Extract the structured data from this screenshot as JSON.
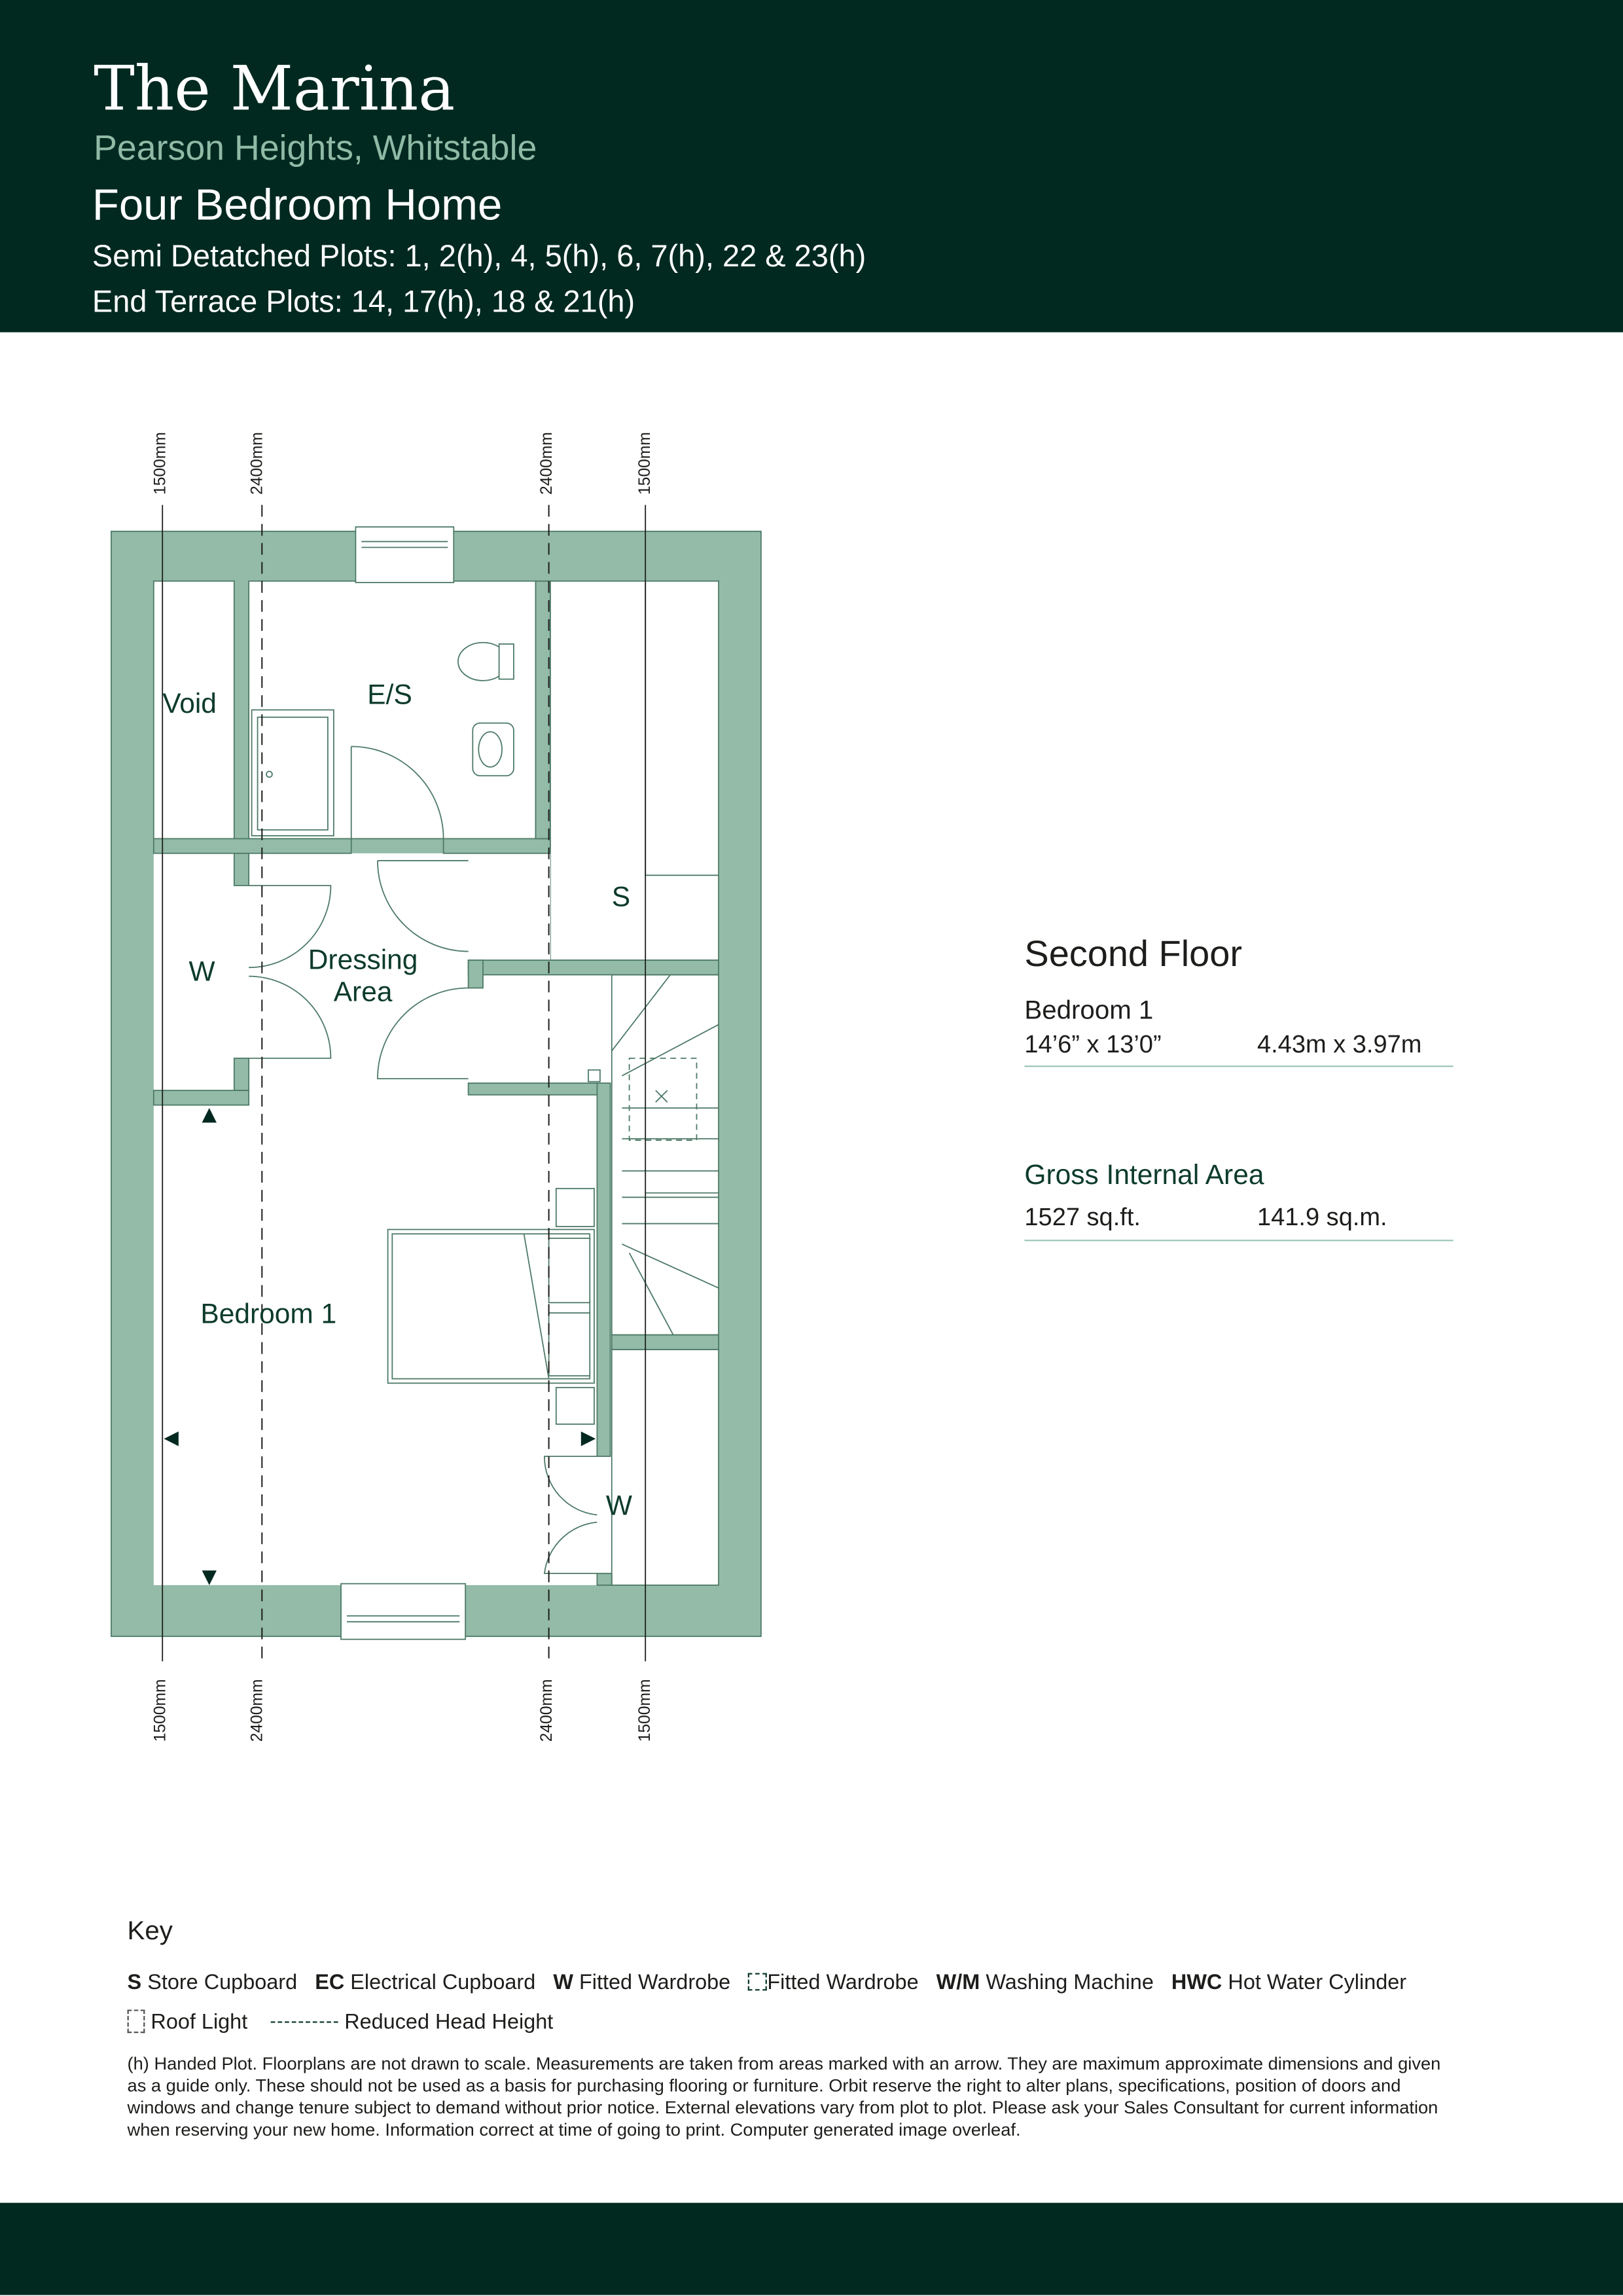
{
  "header": {
    "title": "The Marina",
    "location": "Pearson Heights, Whitstable",
    "home_type": "Four Bedroom Home",
    "semi_detached_plots": "Semi Detatched Plots: 1, 2(h), 4, 5(h), 6, 7(h), 22 & 23(h)",
    "end_terrace_plots": "End Terrace Plots: 14, 17(h), 18 & 21(h)"
  },
  "plan": {
    "dimension_lines": {
      "top": [
        "1500mm",
        "2400mm",
        "2400mm",
        "1500mm"
      ],
      "bottom": [
        "1500mm",
        "2400mm",
        "2400mm",
        "1500mm"
      ]
    },
    "rooms": {
      "void": "Void",
      "ensuite": "E/S",
      "store": "S",
      "wardrobe_left": "W",
      "dressing_1": "Dressing",
      "dressing_2": "Area",
      "bedroom": "Bedroom 1",
      "wardrobe_right": "W"
    }
  },
  "details": {
    "floor_title": "Second Floor",
    "rooms": [
      {
        "name": "Bedroom 1",
        "imperial": "14’6” x 13’0”",
        "metric": "4.43m x 3.97m"
      }
    ],
    "gia_title": "Gross Internal Area",
    "gia_imperial": "1527 sq.ft.",
    "gia_metric": "141.9 sq.m."
  },
  "key": {
    "title": "Key",
    "items": [
      {
        "code": "S",
        "label": "Store Cupboard"
      },
      {
        "code": "EC",
        "label": "Electrical Cupboard"
      },
      {
        "code": "W",
        "label": "Fitted Wardrobe"
      },
      {
        "code": "",
        "label": "Fitted Wardrobe"
      },
      {
        "code": "W/M",
        "label": "Washing Machine"
      },
      {
        "code": "HWC",
        "label": "Hot Water Cylinder"
      }
    ],
    "roof_light": "Roof Light",
    "reduced_head_height": "Reduced Head Height",
    "disclaimer": "(h) Handed Plot. Floorplans are not drawn to scale. Measurements are taken from areas marked with an arrow. They are maximum approximate dimensions and given as a guide only. These should not be used as a basis for purchasing flooring or furniture. Orbit reserve the right to alter plans, specifications, position of doors and windows and change tenure subject to demand without prior notice. External elevations vary from plot to plot. Please ask your Sales Consultant for current information when reserving your new home. Information correct at time of going to print. Computer generated image overleaf."
  },
  "colors": {
    "brand_dark": "#012920",
    "wall": "#93bba8",
    "accent_text": "#8fbba6",
    "rule": "#9cc7b8"
  }
}
